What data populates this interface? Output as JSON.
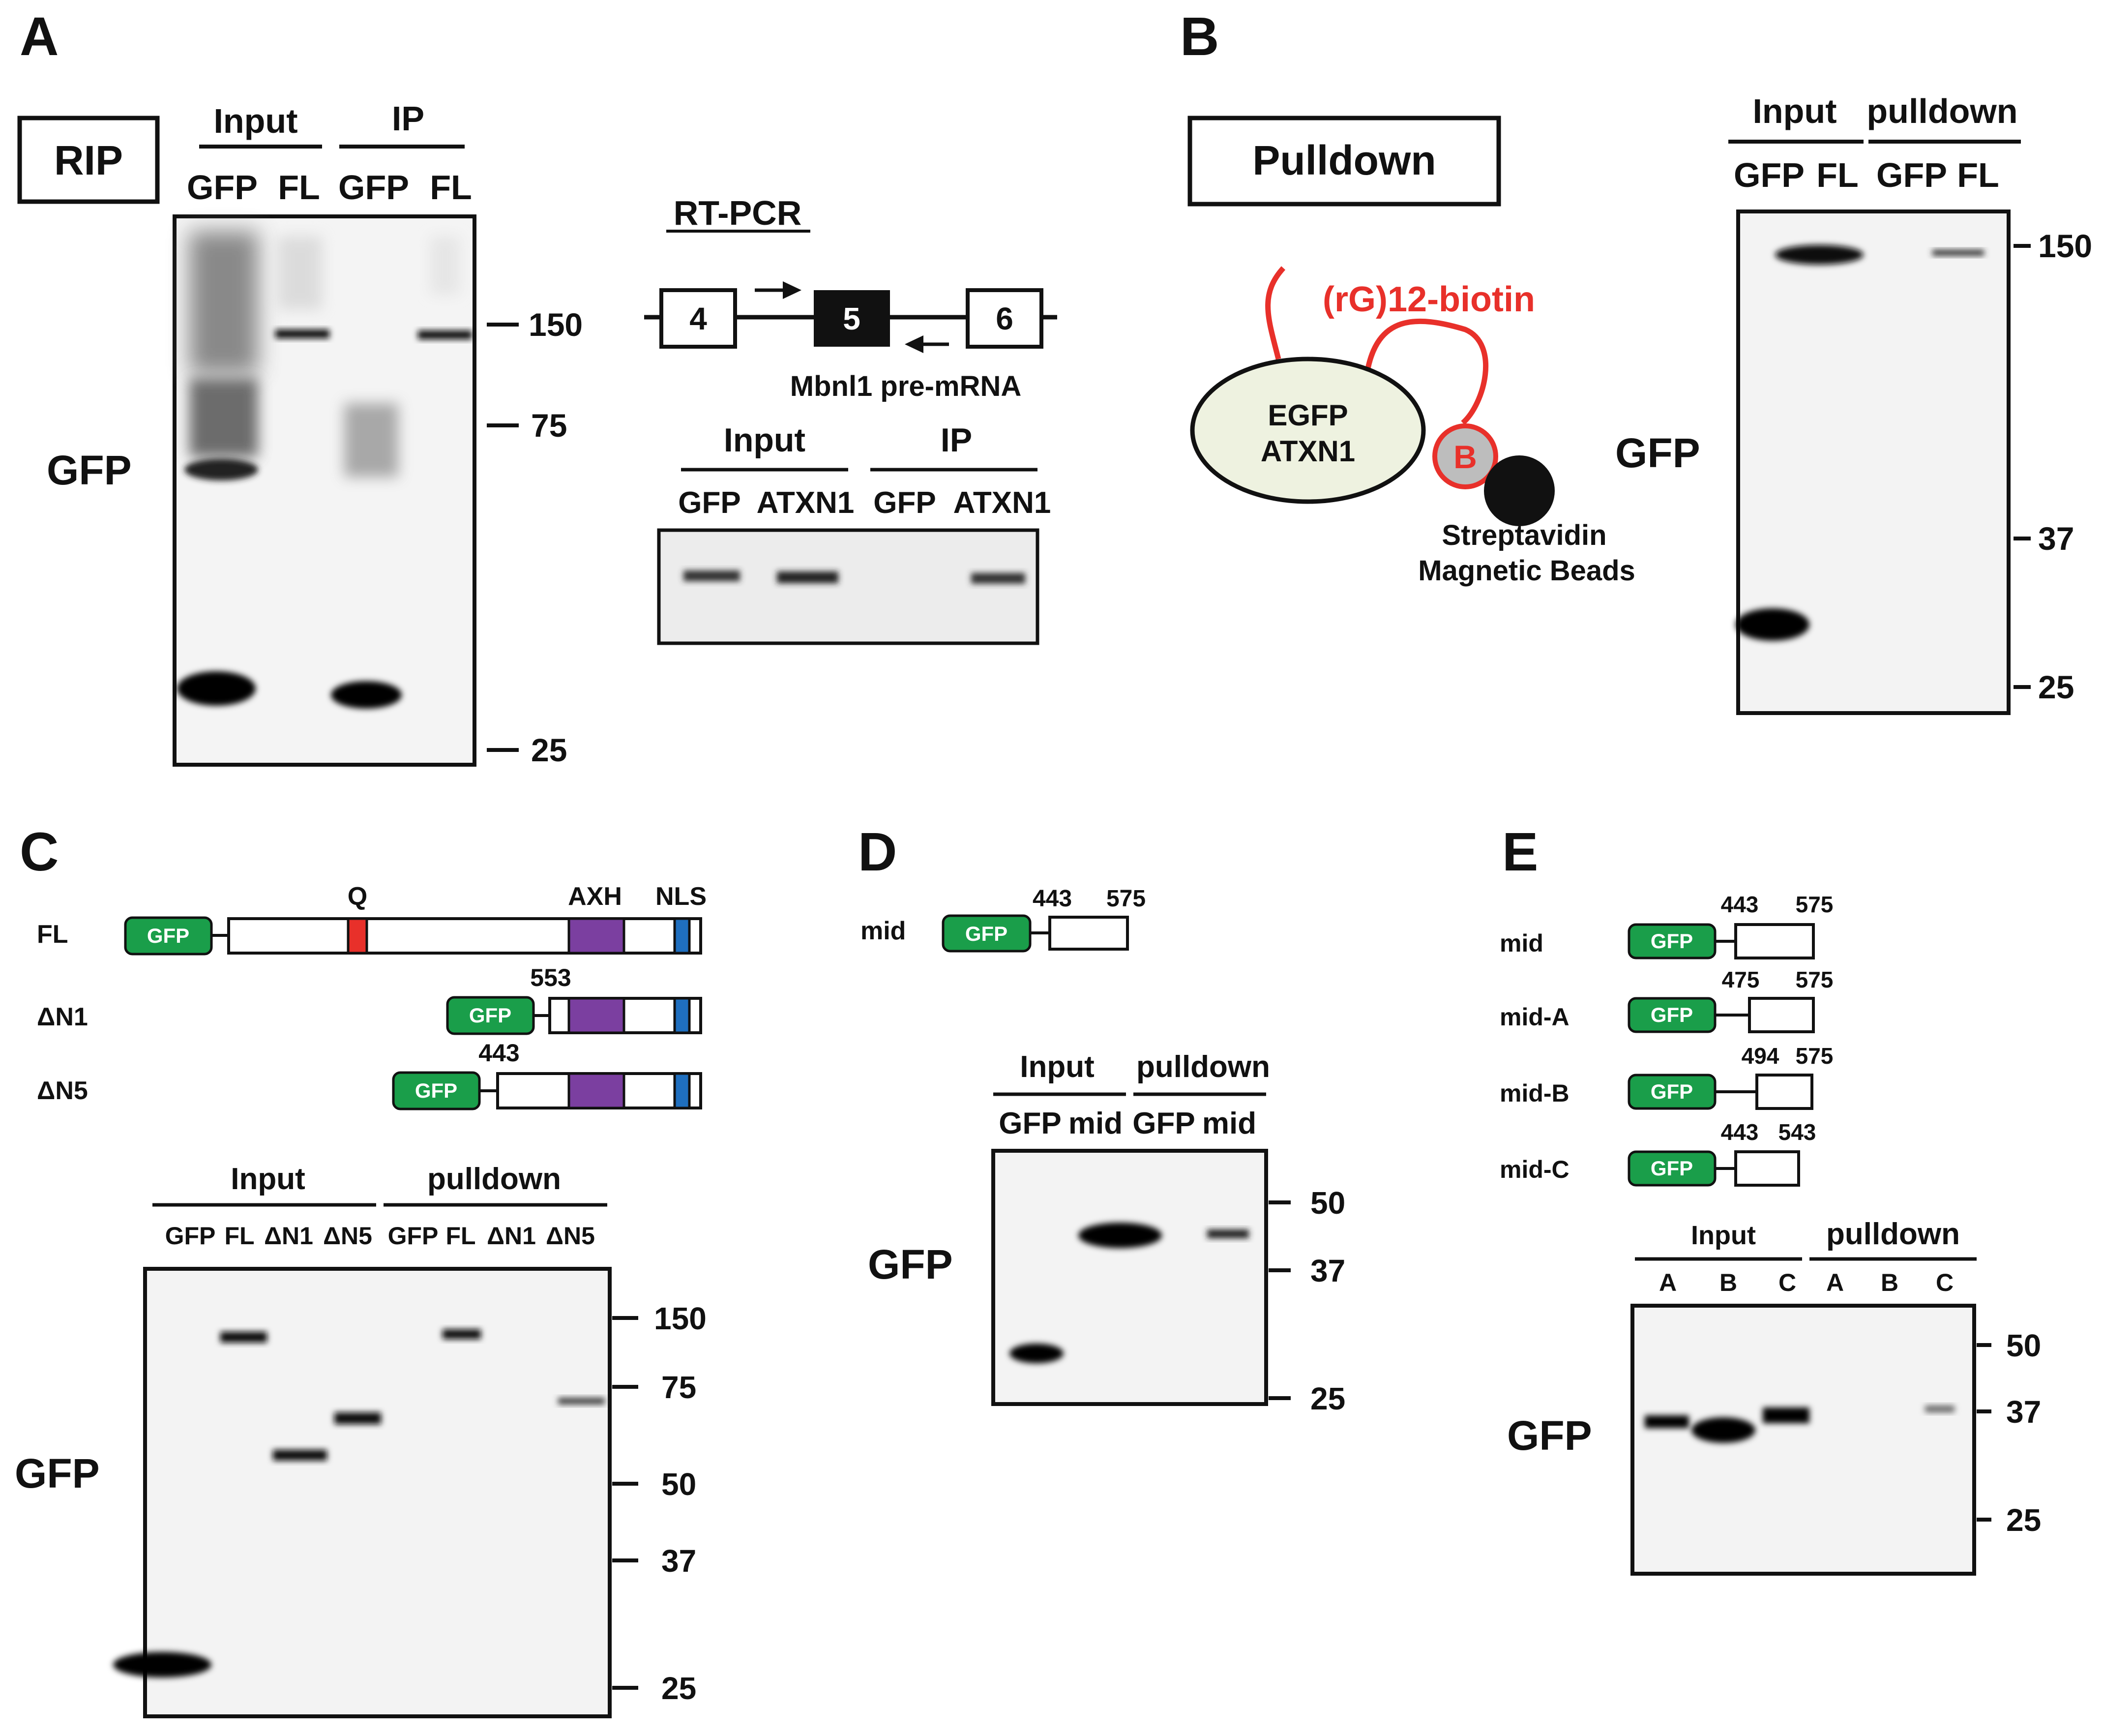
{
  "panels": {
    "A": {
      "letter": "A",
      "rip_box_label": "RIP",
      "group_headers": [
        "Input",
        "IP"
      ],
      "lane_labels": [
        "GFP",
        "FL",
        "GFP",
        "FL"
      ],
      "blot_label": "GFP",
      "markers": [
        "150",
        "75",
        "25"
      ],
      "rtpcr": {
        "title": "RT-PCR",
        "exons": [
          "4",
          "5",
          "6"
        ],
        "transcript_label": "Mbnl1 pre-mRNA",
        "group_headers": [
          "Input",
          "IP"
        ],
        "lane_labels": [
          "GFP",
          "ATXN1",
          "GFP",
          "ATXN1"
        ]
      }
    },
    "B": {
      "letter": "B",
      "pulldown_box_label": "Pulldown",
      "probe_label": "(rG)12-biotin",
      "protein_lines": [
        "EGFP",
        "ATXN1"
      ],
      "biotin_label": "B",
      "beads_lines": [
        "Streptavidin",
        "Magnetic Beads"
      ],
      "group_headers": [
        "Input",
        "pulldown"
      ],
      "lane_labels": [
        "GFP",
        "FL",
        "GFP",
        "FL"
      ],
      "blot_label": "GFP",
      "markers": [
        "150",
        "37",
        "25"
      ]
    },
    "C": {
      "letter": "C",
      "domain_labels": [
        "Q",
        "AXH",
        "NLS"
      ],
      "constructs": [
        {
          "name": "FL",
          "start": ""
        },
        {
          "name": "ΔN1",
          "start": "553"
        },
        {
          "name": "ΔN5",
          "start": "443"
        }
      ],
      "tag": "GFP",
      "group_headers": [
        "Input",
        "pulldown"
      ],
      "lane_labels": [
        "GFP",
        "FL",
        "ΔN1",
        "ΔN5",
        "GFP",
        "FL",
        "ΔN1",
        "ΔN5"
      ],
      "blot_label": "GFP",
      "markers": [
        "150",
        "75",
        "50",
        "37",
        "25"
      ]
    },
    "D": {
      "letter": "D",
      "construct": {
        "name": "mid",
        "start": "443",
        "end": "575"
      },
      "tag": "GFP",
      "group_headers": [
        "Input",
        "pulldown"
      ],
      "lane_labels": [
        "GFP",
        "mid",
        "GFP",
        "mid"
      ],
      "blot_label": "GFP",
      "markers": [
        "50",
        "37",
        "25"
      ]
    },
    "E": {
      "letter": "E",
      "constructs": [
        {
          "name": "mid",
          "start": "443",
          "end": "575"
        },
        {
          "name": "mid-A",
          "start": "475",
          "end": "575"
        },
        {
          "name": "mid-B",
          "start": "494",
          "end": "575"
        },
        {
          "name": "mid-C",
          "start": "443",
          "end": "543"
        }
      ],
      "tag": "GFP",
      "group_headers": [
        "Input",
        "pulldown"
      ],
      "lane_labels": [
        "A",
        "B",
        "C",
        "A",
        "B",
        "C"
      ],
      "blot_label": "GFP",
      "markers": [
        "50",
        "37",
        "25"
      ]
    }
  },
  "colors": {
    "gfp_tag": "#1a9e4a",
    "q_domain": "#e8302a",
    "axh_domain": "#7b3fa0",
    "nls_domain": "#1f6fbf",
    "probe": "#e8302a",
    "protein_fill": "#eef2e0",
    "biotin_fill": "#bdbdbd"
  }
}
